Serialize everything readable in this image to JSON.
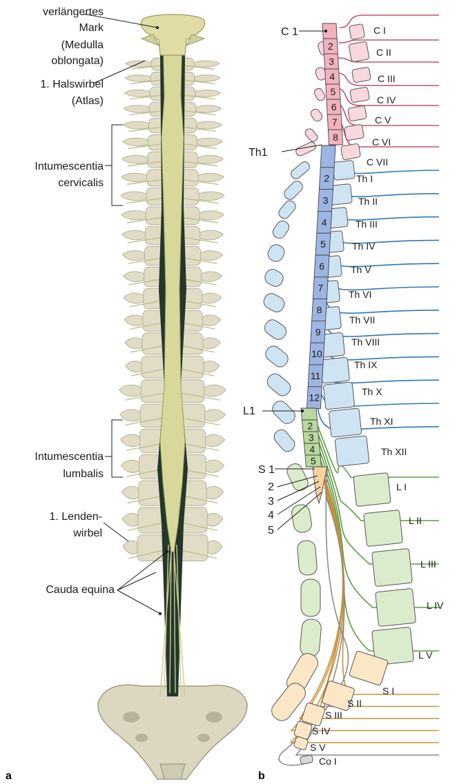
{
  "panels": {
    "a": "a",
    "b": "b"
  },
  "left_labels": {
    "medulla": [
      "verlängertes",
      "Mark",
      "(Medulla",
      "oblongata)"
    ],
    "atlas": [
      "1. Halswirbel",
      "(Atlas)"
    ],
    "cervical": [
      "Intumescentia",
      "cervicalis"
    ],
    "lumbar": [
      "Intumescentia",
      "lumbalis"
    ],
    "lumbar_vertebra": [
      "1. Lenden-",
      "wirbel"
    ],
    "cauda": [
      "Cauda equina"
    ]
  },
  "segment_labels": {
    "c1": "C 1",
    "th1": "Th1",
    "l1": "L1",
    "s1": "S 1",
    "sacral_small": [
      "2",
      "3",
      "4",
      "5"
    ]
  },
  "segments": {
    "cervical": [
      "",
      "2",
      "3",
      "4",
      "5",
      "6",
      "7",
      "8"
    ],
    "thoracic": [
      "",
      "2",
      "3",
      "4",
      "5",
      "6",
      "7",
      "8",
      "9",
      "10",
      "11",
      "12"
    ],
    "lumbar": [
      "",
      "2",
      "3",
      "4",
      "5"
    ]
  },
  "vertebrae": {
    "cervical": [
      "C I",
      "C II",
      "C III",
      "C IV",
      "C V",
      "C VI",
      "C VII"
    ],
    "thoracic": [
      "Th I",
      "Th II",
      "Th III",
      "Th IV",
      "Th V",
      "Th VI",
      "Th VII",
      "Th VIII",
      "Th IX",
      "Th X",
      "Th XI",
      "Th XII"
    ],
    "lumbar": [
      "L I",
      "L II",
      "L III",
      "L IV",
      "L V"
    ],
    "sacral": [
      "S I",
      "S II",
      "S III",
      "S IV",
      "S V"
    ],
    "coccygeal": [
      "Co I"
    ]
  },
  "colors": {
    "cervical_fill": "#f8d7dd",
    "cervical_line": "#c0506a",
    "cervical_seg": "#f2b3bf",
    "thoracic_fill": "#cfe4f3",
    "thoracic_line": "#2f78b0",
    "thoracic_seg": "#9db5e3",
    "lumbar_fill": "#dbeccc",
    "lumbar_line": "#5c9a3e",
    "lumbar_seg": "#b9d79f",
    "sacral_fill": "#fbe7c6",
    "sacral_line": "#c8903c",
    "sacral_seg": "#f6d2a0",
    "coccygeal_line": "#8a8a8a",
    "bone": "#e0dcc6",
    "bone_dark": "#b7b197",
    "cord": "#d9d99a"
  }
}
